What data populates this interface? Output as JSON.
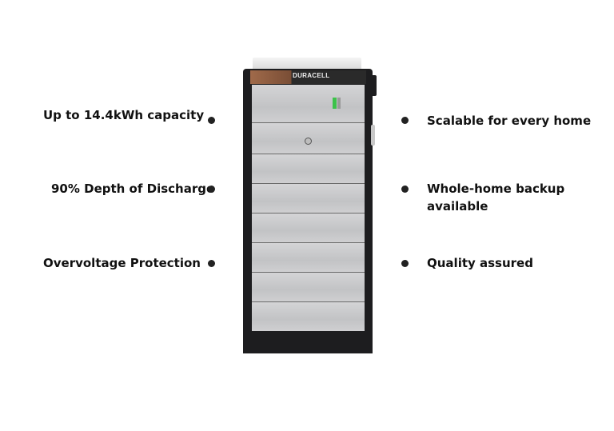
{
  "product": {
    "brand_label": "DURACELL"
  },
  "features_left": [
    "Up to 14.4kWh capacity",
    "90% Depth of Discharge",
    "Overvoltage Protection"
  ],
  "features_right": [
    "Scalable for every home",
    "Whole-home backup available",
    "Quality assured"
  ],
  "colors": {
    "text": "#111111",
    "bullet": "#222222",
    "frame": "#1d1d1f",
    "panel": "#c8c9cb",
    "accent": "#8a5a3e",
    "indicator": "#3cc24a"
  },
  "icons": {
    "bullet": "filled-circle",
    "battery_indicator": "battery-level-icon",
    "lock": "key-lock-icon"
  }
}
